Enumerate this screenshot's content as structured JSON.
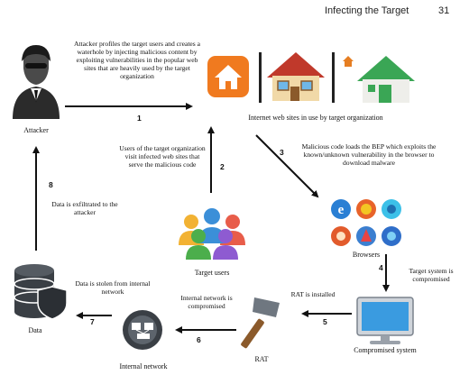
{
  "header": {
    "title": "Infecting the Target",
    "page": "31"
  },
  "nodes": {
    "attacker": "Attacker",
    "websites": "Internet web sites in use by target organization",
    "browsers": "Browsers",
    "compromised": "Compromised system",
    "target_users": "Target users",
    "rat": "RAT",
    "internal": "Internal network",
    "data": "Data"
  },
  "steps": [
    {
      "num": "1",
      "text": "Attacker profiles the target users and creates a waterhole by injecting malicious content by exploiting vulnerabilities in the popular web sites that are heavily used by the target organization"
    },
    {
      "num": "2",
      "text": "Users of the target organization visit infected web sites that serve the malicious code"
    },
    {
      "num": "3",
      "text": "Malicious code loads the BEP which exploits the known/unknown vulnerability in the browser to download malware"
    },
    {
      "num": "4",
      "text": "Target system is compromised"
    },
    {
      "num": "5",
      "text": "RAT is installed"
    },
    {
      "num": "6",
      "text": "Internal network is compromised"
    },
    {
      "num": "7",
      "text": "Data is stolen from internal network"
    },
    {
      "num": "8",
      "text": "Data is exfiltrated to the attacker"
    }
  ],
  "colors": {
    "ink": "#111111",
    "orange": "#f07a1f",
    "house_roof": "#c0392b",
    "green": "#3aa655",
    "blue": "#2a7fd4"
  }
}
